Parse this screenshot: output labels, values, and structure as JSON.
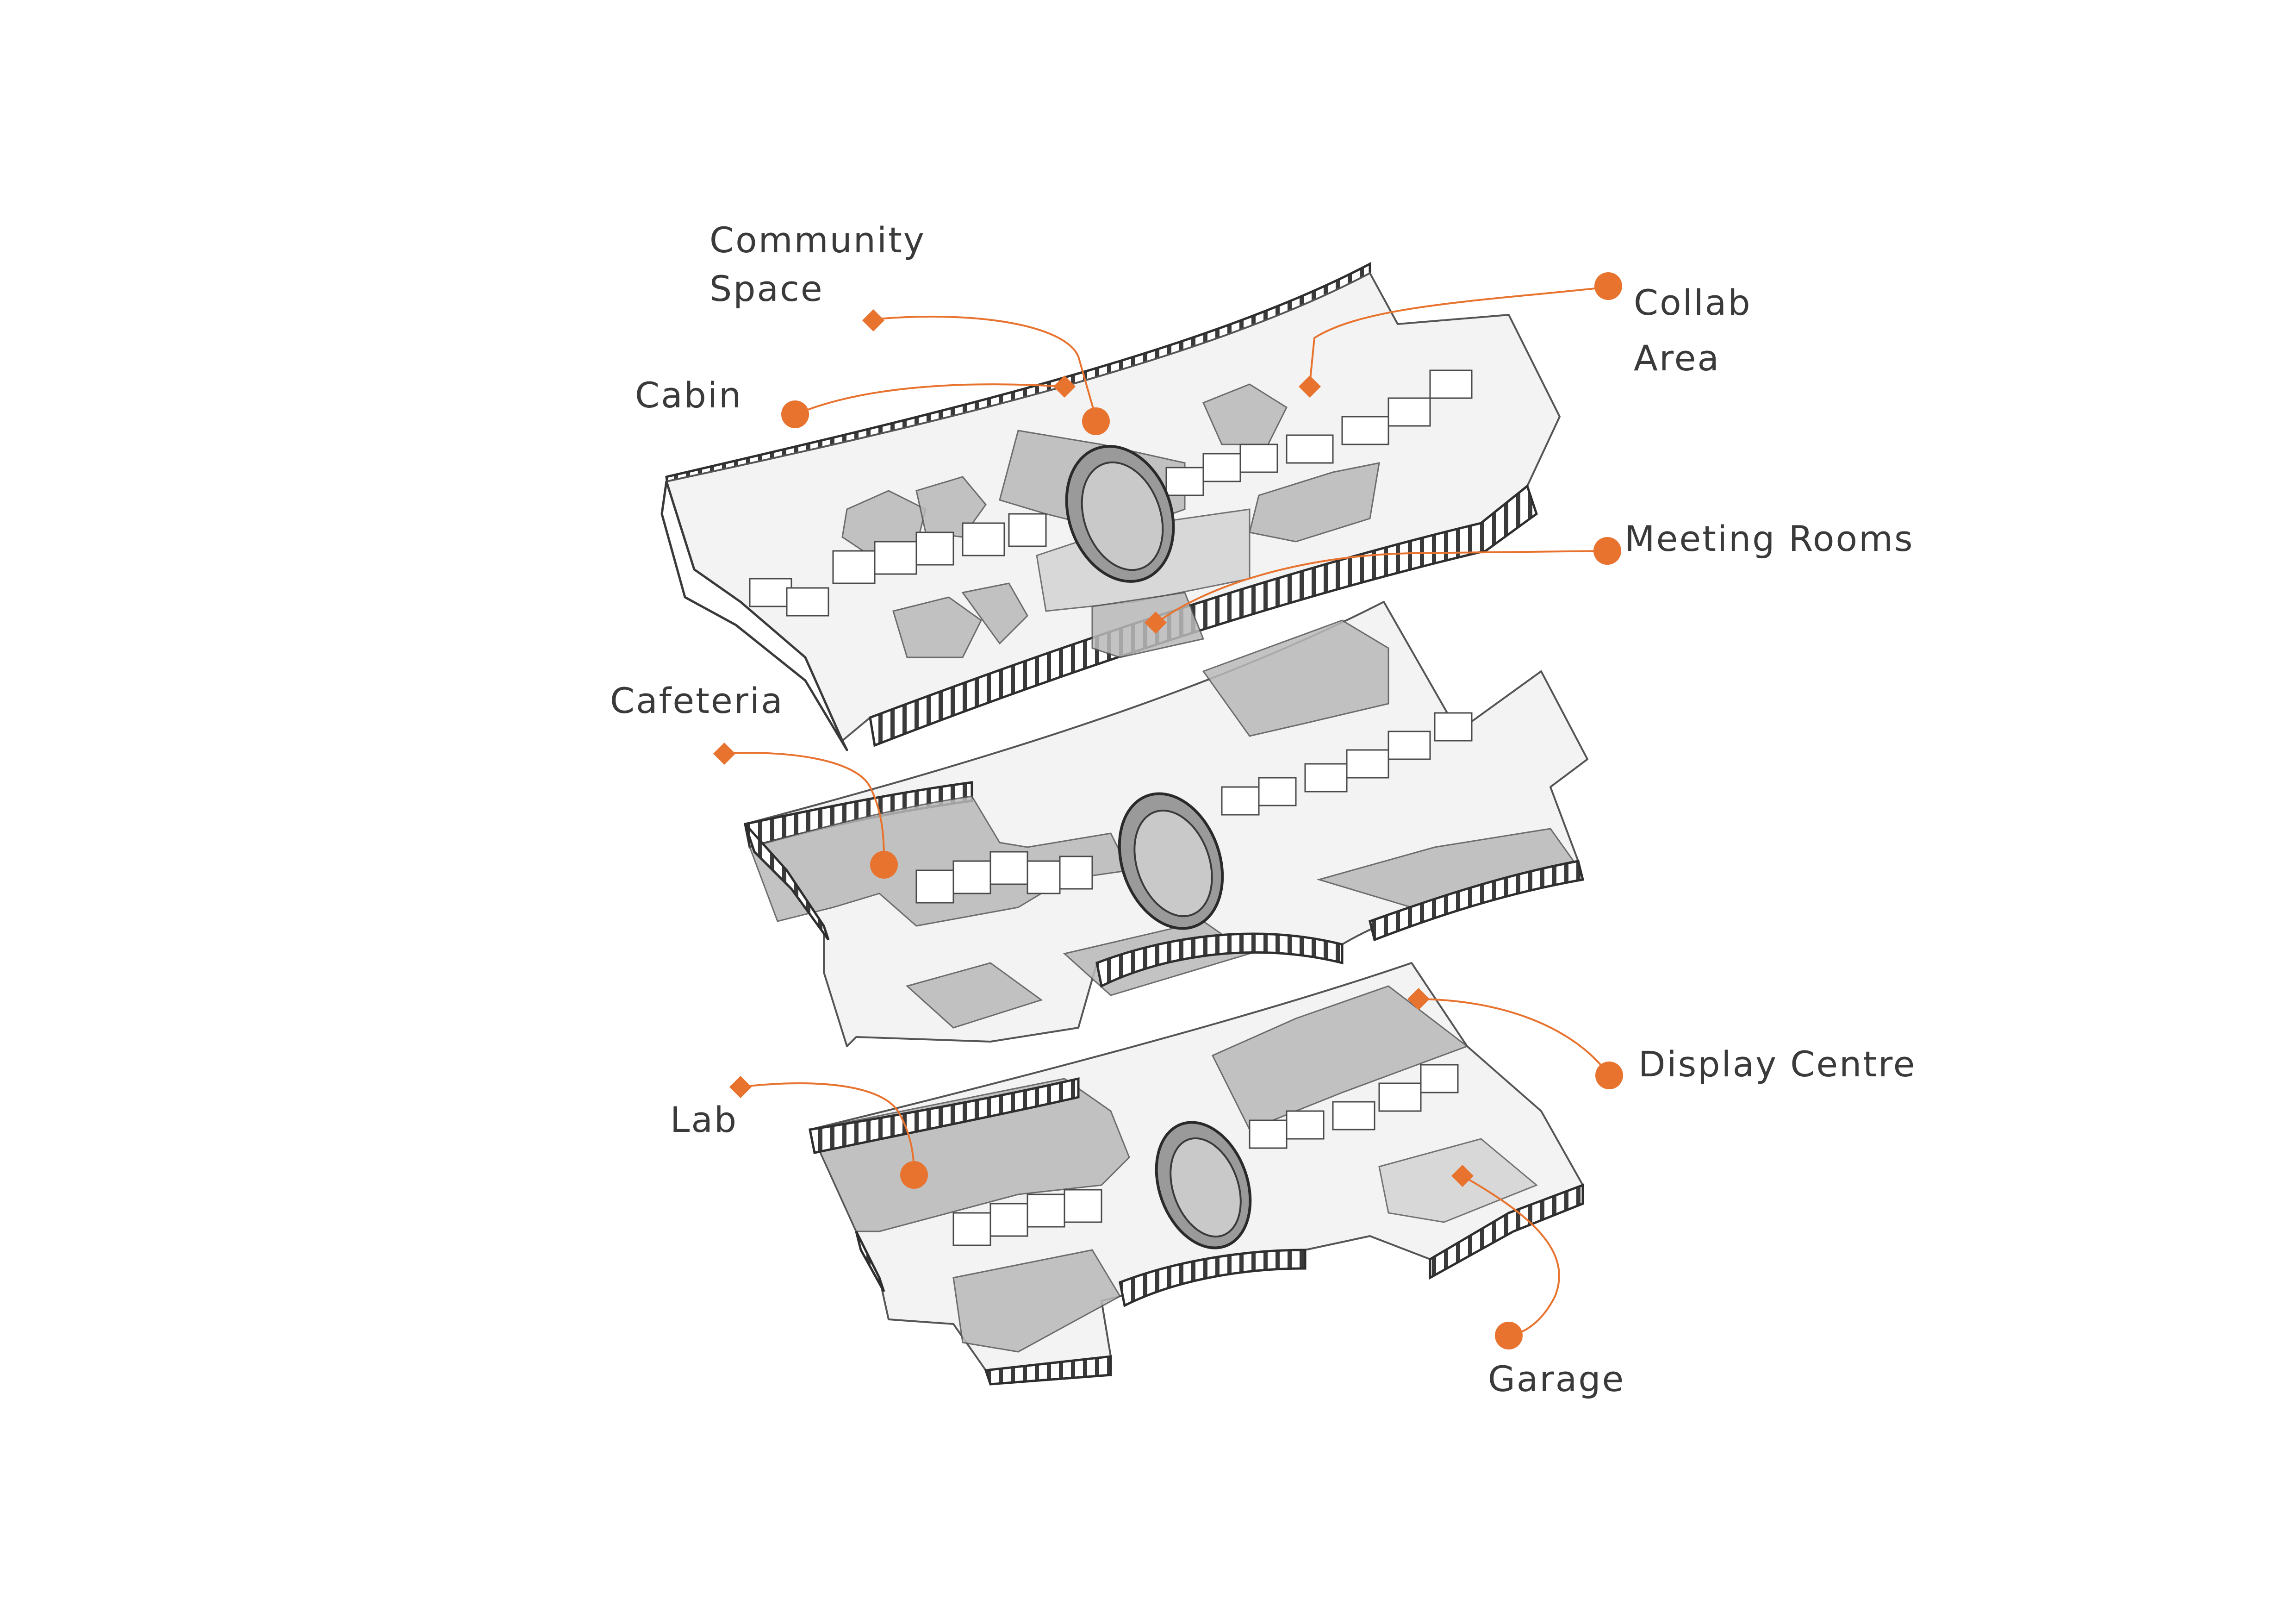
{
  "labels": {
    "community_space_line1": "Community",
    "community_space_line2": "Space",
    "cabin": "Cabin",
    "collab_area_line1": "Collab",
    "collab_area_line2": "Area",
    "meeting_rooms": "Meeting Rooms",
    "cafeteria": "Cafeteria",
    "display_centre": "Display Centre",
    "lab": "Lab",
    "garage": "Garage"
  },
  "colors": {
    "accent": "#e8732f",
    "label_text": "#3a3a3a",
    "zone_fill": "#b9b9b9",
    "background": "#ffffff"
  },
  "marker_shapes": {
    "label_anchor": "diamond",
    "target_point": "circle"
  }
}
